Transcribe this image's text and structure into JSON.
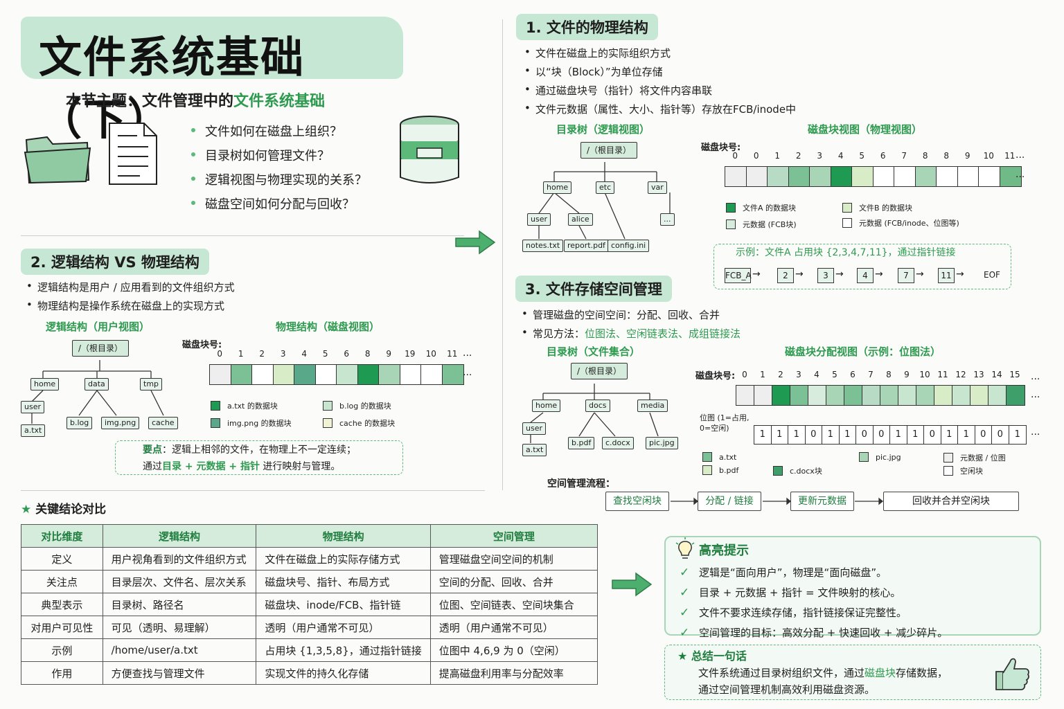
{
  "title": "文件系统基础（下）",
  "subtitle": {
    "prefix": "本节主题：文件管理中的",
    "highlight": "文件系统基础"
  },
  "questions": [
    "文件如何在磁盘上组织？",
    "目录树如何管理文件？",
    "逻辑视图与物理实现的关系？",
    "磁盘空间如何分配与回收？"
  ],
  "sec1": {
    "title": "1. 文件的物理结构",
    "bullets": [
      "文件在磁盘上的实际组织方式",
      "以“块（Block）”为单位存储",
      "通过磁盘块号（指针）将文件内容串联",
      "文件元数据（属性、大小、指针等）存放在FCB/inode中"
    ],
    "tree_title": "目录树（逻辑视图）",
    "tree": {
      "root": "/（根目录）",
      "nodes": [
        "home",
        "etc",
        "var",
        "user",
        "alice",
        "...",
        "notes.txt",
        "report.pdf",
        "config.ini"
      ]
    },
    "disk_title": "磁盘块视图（物理视图）",
    "disk_label": "磁盘块号:",
    "block_numbers": [
      "0",
      "0",
      "1",
      "2",
      "3",
      "4",
      "5",
      "6",
      "7",
      "8",
      "8",
      "9",
      "10",
      "11"
    ],
    "block_colors": [
      "#eeeeee",
      "#eeeeee",
      "#b7dbc4",
      "#7cc095",
      "#a8d5b5",
      "#1f9a52",
      "#d9ecc8",
      "#ffffff",
      "#ffffff",
      "#a8d5b5",
      "#ffffff",
      "#ffffff",
      "#ffffff",
      "#6fba86"
    ],
    "more": "...",
    "legend": [
      {
        "label": "文件A 的数据块",
        "color": "#1f9a52"
      },
      {
        "label": "文件B 的数据块",
        "color": "#d9ecc8"
      },
      {
        "label": "元数据 (FCB/inode、位图等)",
        "color": "#ffffff"
      },
      {
        "label": "元数据 (FCB块)",
        "color": "#d8ecde"
      }
    ],
    "example": "示例：文件A 占用块 {2,3,4,7,11}，通过指针链接",
    "chain": [
      "FCB_A",
      "2",
      "3",
      "4",
      "7",
      "11",
      "EOF"
    ]
  },
  "sec2": {
    "title": "2. 逻辑结构 VS 物理结构",
    "bullets": [
      "逻辑结构是用户 / 应用看到的文件组织方式",
      "物理结构是操作系统在磁盘上的实现方式"
    ],
    "tree_title": "逻辑结构（用户视图）",
    "tree": {
      "root": "/（根目录）",
      "nodes": [
        "home",
        "data",
        "tmp",
        "user",
        "a.txt",
        "b.log",
        "img.png",
        "cache"
      ]
    },
    "disk_title": "物理结构（磁盘视图）",
    "disk_label": "磁盘块号:",
    "block_numbers": [
      "0",
      "1",
      "2",
      "3",
      "4",
      "5",
      "6",
      "8",
      "9",
      "19",
      "10",
      "11"
    ],
    "block_colors": [
      "#eeeeee",
      "#7cc095",
      "#ffffff",
      "#d9ecc8",
      "#5aa88a",
      "#ffffff",
      "#c8e6cf",
      "#1f9a52",
      "#a8d5b5",
      "#ffffff",
      "#ffffff",
      "#7cc095"
    ],
    "more": "...",
    "legend": [
      {
        "label": "a.txt 的数据块",
        "color": "#1f9a52"
      },
      {
        "label": "b.log 的数据块",
        "color": "#c8e6cf"
      },
      {
        "label": "img.png 的数据块",
        "color": "#5aa88a"
      },
      {
        "label": "cache 的数据块",
        "color": "#f0f4d4"
      }
    ],
    "note_key": "要点",
    "note_line1": "：逻辑上相邻的文件，在物理上不一定连续；",
    "note_line2_prefix": "通过",
    "note_line2_highlight": "目录 + 元数据 + 指针",
    "note_line2_suffix": " 进行映射与管理。"
  },
  "sec3": {
    "title": "3. 文件存储空间管理",
    "bullet1": "管理磁盘的空间空间：分配、回收、合并",
    "bullet2_prefix": "常见方法：",
    "bullet2_highlight": "位图法、空闲链表法、成组链接法",
    "tree_title": "目录树（文件集合）",
    "tree": {
      "root": "/（根目录）",
      "nodes": [
        "home",
        "docs",
        "media",
        "user",
        "a.txt",
        "b.pdf",
        "c.docx",
        "pic.jpg"
      ]
    },
    "disk_title": "磁盘块分配视图（示例：位图法）",
    "disk_label": "磁盘块号:",
    "block_numbers": [
      "0",
      "1",
      "2",
      "3",
      "4",
      "5",
      "6",
      "7",
      "8",
      "9",
      "10",
      "11",
      "12",
      "13",
      "14",
      "15"
    ],
    "block_colors": [
      "#eeeeee",
      "#eeeeee",
      "#1f9a52",
      "#7cc095",
      "#d8ecde",
      "#a8d5b5",
      "#7cc095",
      "#b7dbc4",
      "#a8d5b5",
      "#c8e6cf",
      "#a8d5b5",
      "#d9ecc8",
      "#c8e6cf",
      "#d9ecc8",
      "#c8e6cf",
      "#3f9f6a"
    ],
    "bitmap_label": "位图 (1=占用, 0=空闲)",
    "bitmap": [
      "1",
      "1",
      "1",
      "0",
      "1",
      "1",
      "0",
      "0",
      "1",
      "1",
      "0",
      "1",
      "1",
      "0",
      "0",
      "1"
    ],
    "more": "...",
    "legend": [
      {
        "label": "a.txt",
        "color": "#7cc095"
      },
      {
        "label": "b.pdf",
        "color": "#d9ecc8"
      },
      {
        "label": "c.docx块",
        "color": "#3f9f6a"
      },
      {
        "label": "pic.jpg",
        "color": "#a8d5b5"
      },
      {
        "label": "元数据 / 位图",
        "color": "#eeeeee"
      },
      {
        "label": "空闲块",
        "color": "#ffffff"
      }
    ],
    "flow_title": "空间管理流程：",
    "flow": [
      "查找空闲块",
      "分配 / 链接",
      "更新元数据",
      "回收并合并空闲块"
    ]
  },
  "table": {
    "heading": "关键结论对比",
    "headers": [
      "对比维度",
      "逻辑结构",
      "物理结构",
      "空间管理"
    ],
    "rows": [
      [
        "定义",
        "用户视角看到的文件组织方式",
        "文件在磁盘上的实际存储方式",
        "管理磁盘空间空间的机制"
      ],
      [
        "关注点",
        "目录层次、文件名、层次关系",
        "磁盘块号、指针、布局方式",
        "空间的分配、回收、合并"
      ],
      [
        "典型表示",
        "目录树、路径名",
        "磁盘块、inode/FCB、指针链",
        "位图、空间链表、空间块集合"
      ],
      [
        "对用户可见性",
        "可见（透明、易理解）",
        "透明（用户通常不可见）",
        "透明（用户通常不可见）"
      ],
      [
        "示例",
        "/home/user/a.txt",
        "占用块 {1,3,5,8}，通过指针链接",
        "位图中 4,6,9 为 0（空闲）"
      ],
      [
        "作用",
        "方便查找与管理文件",
        "实现文件的持久化存储",
        "提高磁盘利用率与分配效率"
      ]
    ]
  },
  "tips": {
    "title": "高亮提示",
    "items": [
      "逻辑是“面向用户”，物理是“面向磁盘”。",
      "目录 + 元数据 + 指针 = 文件映射的核心。",
      "文件不要求连续存储，指针链接保证完整性。",
      "空间管理的目标：高效分配 + 快速回收 + 减少碎片。"
    ]
  },
  "summary": {
    "title": "总结一句话",
    "line1_prefix": "文件系统通过目录树组织文件，通过",
    "line1_highlight": "磁盘块",
    "line1_suffix": "存储数据，",
    "line2": "通过空间管理机制高效利用磁盘资源。"
  }
}
